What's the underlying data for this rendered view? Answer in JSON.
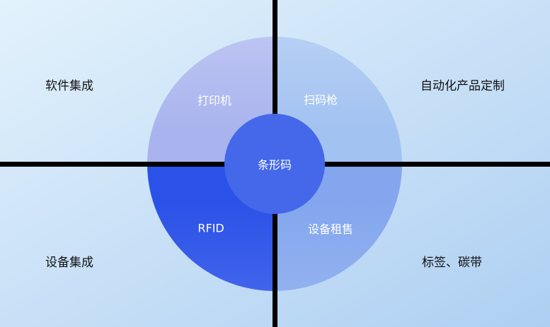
{
  "diagram": {
    "center": {
      "label": "条形码"
    },
    "quadrants": [
      {
        "position": "top-left",
        "label": "打印机"
      },
      {
        "position": "top-right",
        "label": "扫码枪"
      },
      {
        "position": "bottom-left",
        "label": "RFID"
      },
      {
        "position": "bottom-right",
        "label": "设备租售"
      }
    ],
    "corner_labels": [
      {
        "position": "top-left",
        "label": "软件集成"
      },
      {
        "position": "top-right",
        "label": "自动化产品定制"
      },
      {
        "position": "bottom-left",
        "label": "设备集成"
      },
      {
        "position": "bottom-right",
        "label": "标签、碳带"
      }
    ],
    "colors": {
      "background_start": "#e3f2fc",
      "background_end": "#aecff2",
      "quadrant_top_left": "#a9b4ee",
      "quadrant_top_right": "#a2c2f1",
      "quadrant_bottom_left": "#2b52e8",
      "quadrant_bottom_right": "#83a6ee",
      "center_circle": "#4468e9",
      "divider": "#000000",
      "label_text": "#ffffff",
      "corner_text": "#111111"
    }
  }
}
